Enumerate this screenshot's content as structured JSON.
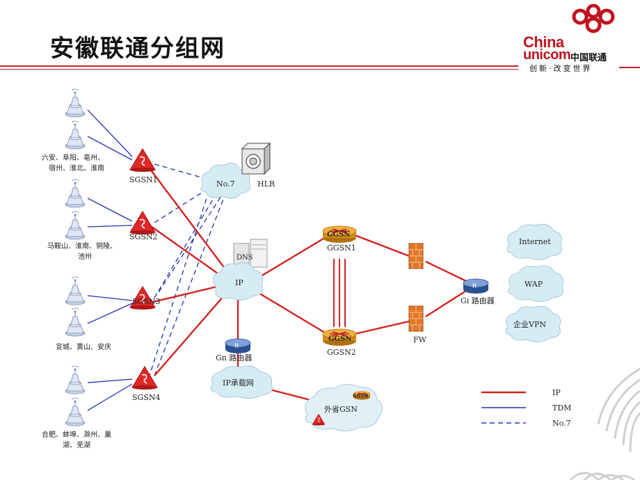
{
  "header": {
    "title": "安徽联通分组网",
    "brand_en_1": "China",
    "brand_en_2": "unicom",
    "brand_cn": "中国联通",
    "slogan": "创新·改变世界"
  },
  "diagram": {
    "region_groups": [
      "六安、阜阳、亳州、宿州、淮北、淮南",
      "马鞍山、淮南、铜陵、池州",
      "宣城、黄山、安庆",
      "合肥、蚌埠、滁州、巢湖、芜湖"
    ],
    "region_lines": [
      [
        "六安、阜阳、亳州、",
        "宿州、淮北、淮南"
      ],
      [
        "马鞍山、淮南、铜陵、",
        "池州"
      ],
      [
        "宣城、黄山、安庆"
      ],
      [
        "合肥、蚌埠、滁州、巢",
        "湖、芜湖"
      ]
    ],
    "nodes": {
      "sgsn1": "SGSN1",
      "sgsn2": "SGSN2",
      "sgsn3": "SGSN3",
      "sgsn4": "SGSN4",
      "no7": "No.7",
      "hlr": "HLR",
      "dns": "DNS",
      "ip": "IP",
      "ggsn1": "GGSN1",
      "ggsn2": "GGSN2",
      "ggsn_badge": "GGSN",
      "fw": "FW",
      "gi_router": "Gi 路由器",
      "gn_router": "Gn 路由器",
      "ip_bearer": "IP承载网",
      "other_gsn": "外省GSN",
      "internet": "Internet",
      "wap": "WAP",
      "vpn": "企业VPN",
      "router_letter": "R"
    },
    "legend": [
      {
        "label": "IP",
        "style": "solid",
        "color": "#d42020"
      },
      {
        "label": "TDM",
        "style": "solid",
        "color": "#2030b0"
      },
      {
        "label": "No.7",
        "style": "dashed",
        "color": "#2030b0"
      }
    ]
  }
}
